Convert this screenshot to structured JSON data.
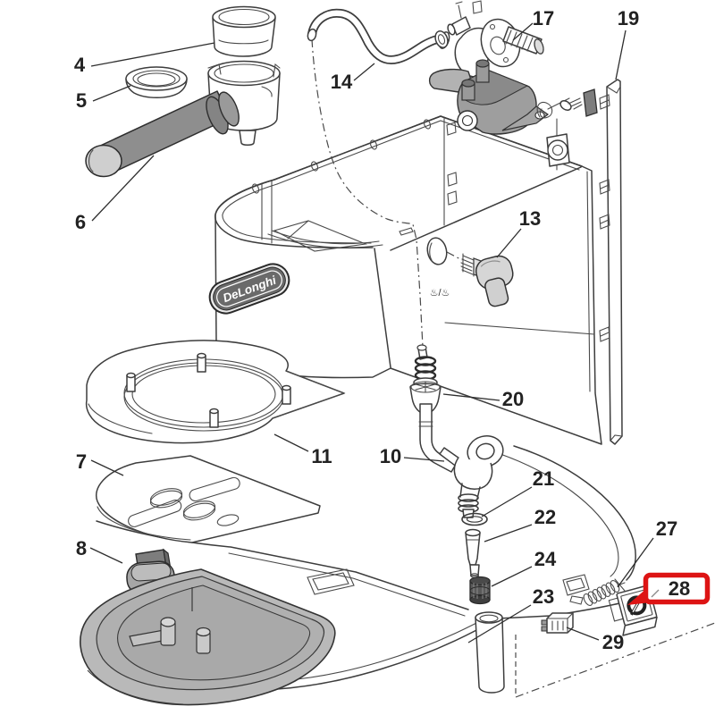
{
  "diagram": {
    "brand_logo": "DeLonghi",
    "icons": {
      "steam": "♨/♨",
      "power": "circle-slash-icon"
    },
    "highlight": {
      "part": "28",
      "color": "#dd1414"
    },
    "part_labels": {
      "p4": "4",
      "p5": "5",
      "p6": "6",
      "p7": "7",
      "p8": "8",
      "p10": "10",
      "p11": "11",
      "p13": "13",
      "p14": "14",
      "p17": "17",
      "p19": "19",
      "p20": "20",
      "p21": "21",
      "p22": "22",
      "p23": "23",
      "p24": "24",
      "p27": "27",
      "p28": "28",
      "p29": "29"
    }
  }
}
